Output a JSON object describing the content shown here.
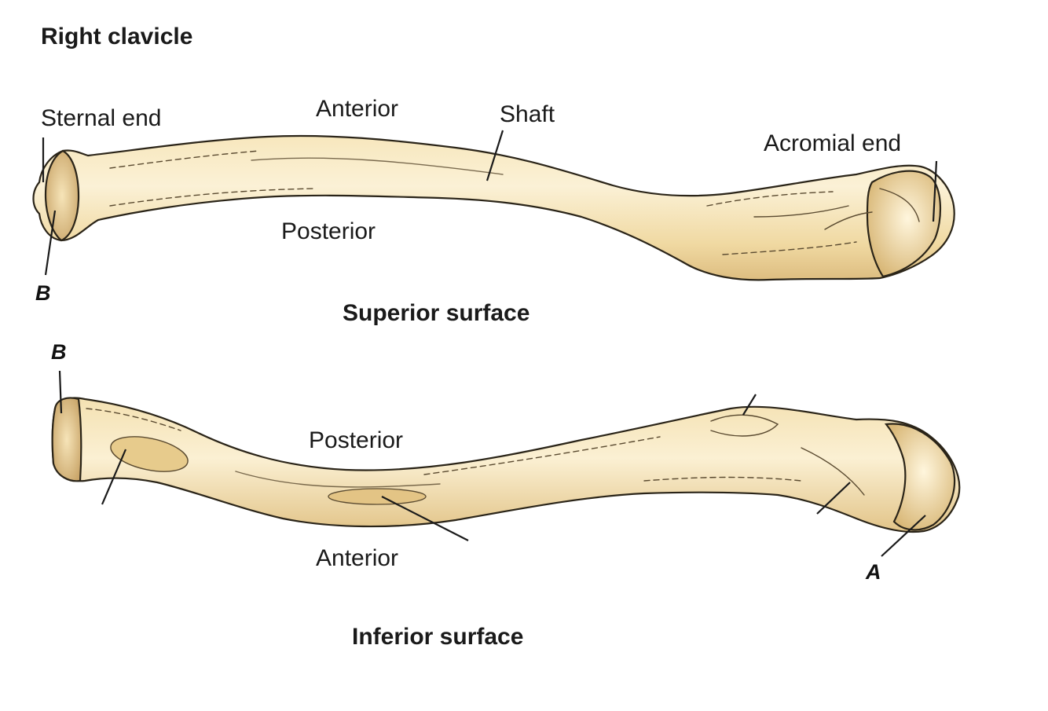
{
  "title": "Right clavicle",
  "colors": {
    "bone_fill": "#f3dfae",
    "bone_light": "#fbf1d6",
    "bone_shade": "#d9b878",
    "outline": "#2a2418"
  },
  "superior_view": {
    "caption": "Superior surface",
    "labels": {
      "sternal_end": "Sternal end",
      "anterior": "Anterior",
      "shaft": "Shaft",
      "acromial_end": "Acromial end",
      "posterior": "Posterior",
      "marker_b": "B"
    }
  },
  "inferior_view": {
    "caption": "Inferior surface",
    "labels": {
      "marker_b": "B",
      "posterior": "Posterior",
      "anterior": "Anterior",
      "marker_a": "A"
    }
  }
}
